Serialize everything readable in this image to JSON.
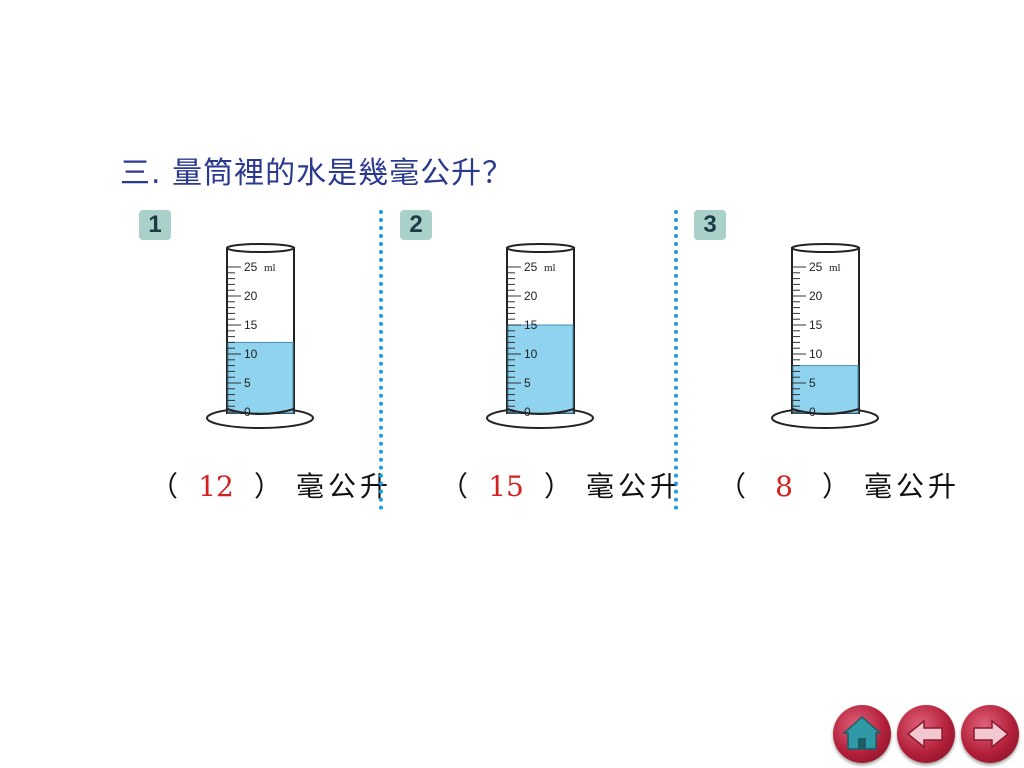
{
  "title": "三. 量筒裡的水是幾毫公升？",
  "problems": [
    {
      "badge": "1",
      "value": 12,
      "answer": "12",
      "paren_open": "（",
      "paren_close": "）",
      "unit": "毫公升"
    },
    {
      "badge": "2",
      "value": 15,
      "answer": "15",
      "paren_open": "（",
      "paren_close": "）",
      "unit": "毫公升"
    },
    {
      "badge": "3",
      "value": 8,
      "answer": "8",
      "paren_open": "（",
      "paren_close": "）",
      "unit": "毫公升"
    }
  ],
  "scale": {
    "max": 25,
    "tick_labels": [
      "25",
      "20",
      "15",
      "10",
      "5",
      "0"
    ],
    "unit_label": "ml"
  },
  "colors": {
    "water": "#8fd3ef",
    "title": "#2b3a8f",
    "answer": "#d42020",
    "divider": "#1aa0d8",
    "badge": "#a9d0c9"
  },
  "nav": {
    "home_icon": "home-icon",
    "prev_icon": "arrow-left-icon",
    "next_icon": "arrow-right-icon"
  }
}
